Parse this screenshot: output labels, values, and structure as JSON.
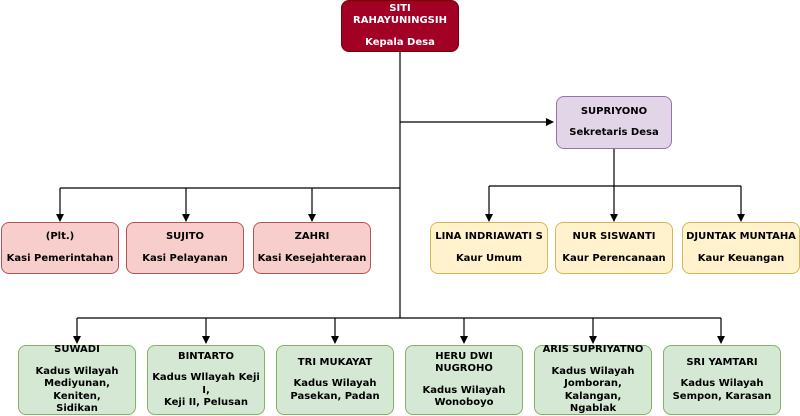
{
  "head": {
    "name": "SITI RAHAYUNINGSIH",
    "role": "Kepala Desa"
  },
  "secretary": {
    "name": "SUPRIYONO",
    "role": "Sekretaris Desa"
  },
  "kasi": [
    {
      "name": "(Plt.)",
      "role": "Kasi Pemerintahan"
    },
    {
      "name": "SUJITO",
      "role": "Kasi Pelayanan"
    },
    {
      "name": "ZAHRI",
      "role": "Kasi Kesejahteraan"
    }
  ],
  "kaur": [
    {
      "name": "LINA INDRIAWATI S",
      "role": "Kaur Umum"
    },
    {
      "name": "NUR SISWANTI",
      "role": "Kaur Perencanaan"
    },
    {
      "name": "DJUNTAK MUNTAHA",
      "role": "Kaur Keuangan"
    }
  ],
  "kadus": [
    {
      "name": "SUWADI",
      "role": "Kadus Wilayah\nMediyunan, Keniten,\nSidikan"
    },
    {
      "name": "BINTARTO",
      "role": "Kadus Wllayah Keji I,\nKeji II, Pelusan"
    },
    {
      "name": "TRI MUKAYAT",
      "role": "Kadus Wilayah\nPasekan, Padan"
    },
    {
      "name": "HERU DWI NUGROHO",
      "role": "Kadus Wilayah\nWonoboyo"
    },
    {
      "name": "ARIS SUPRIYATNO",
      "role": "Kadus Wilayah\nJomboran, Kalangan,\nNgablak"
    },
    {
      "name": "SRI YAMTARI",
      "role": "Kadus Wilayah\nSempon, Karasan"
    }
  ],
  "colors": {
    "head": "#a20025",
    "secretary": "#e1d5e7",
    "kasi": "#f8cecc",
    "kaur": "#fff2cc",
    "kadus": "#d5e8d4",
    "line": "#000000"
  }
}
